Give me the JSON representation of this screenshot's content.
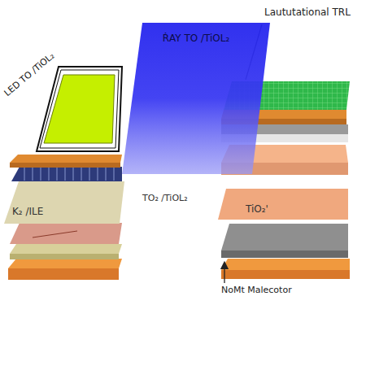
{
  "diagram": {
    "nodes": [
      {
        "text": [
          "ṘAY TO /TiOL₂"
        ]
      },
      {
        "text": [
          "K₂ /ILE"
        ]
      },
      {
        "text": [
          "TiO₂'"
        ]
      }
    ],
    "labels": [
      "LED TO /TiOL₂",
      "Laututational TRL",
      "TO₂ /TiOL₂",
      "NoMt Malecotor"
    ]
  }
}
